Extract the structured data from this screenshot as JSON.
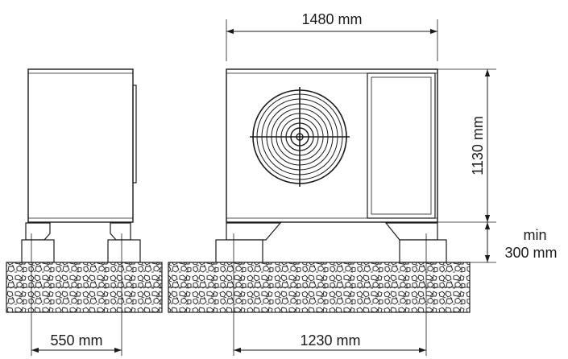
{
  "dimensions": {
    "width": "1480 mm",
    "height": "1130 mm",
    "clearance_line1": "min",
    "clearance_line2": "300 mm",
    "depth_feet": "550 mm",
    "width_feet": "1230 mm"
  },
  "colors": {
    "line": "#1a1a1a",
    "background": "#ffffff",
    "stone_fill": "#ffffff"
  }
}
